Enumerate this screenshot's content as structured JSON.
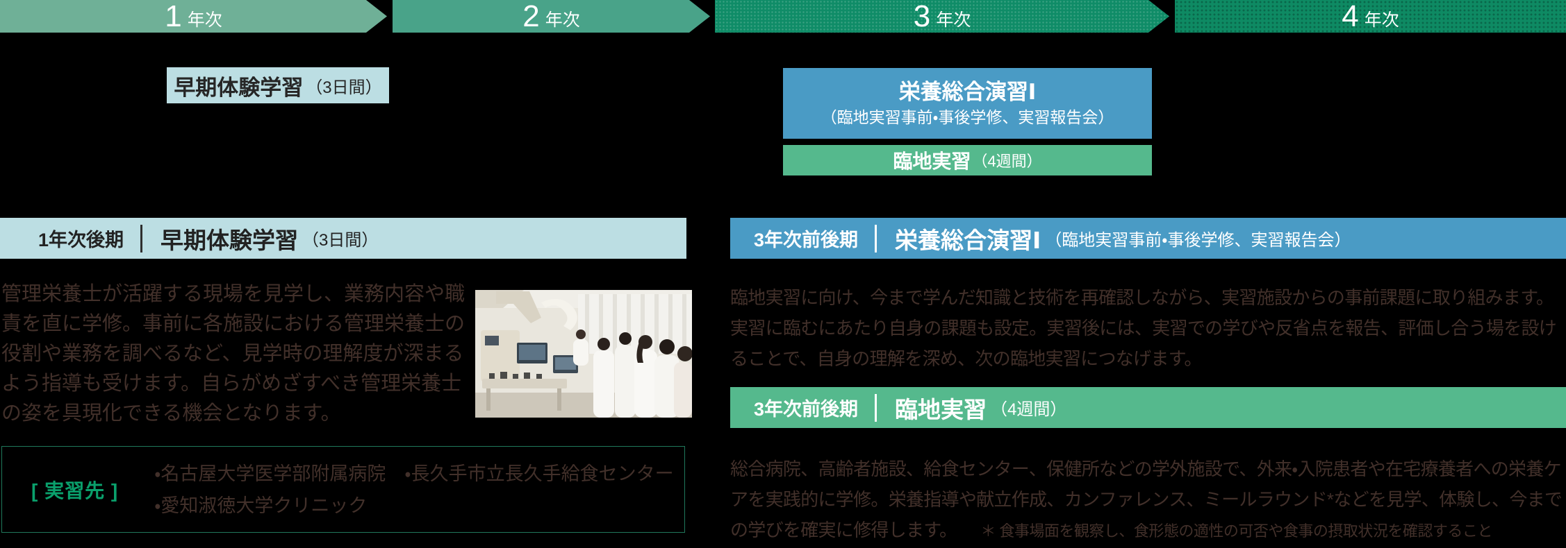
{
  "colors": {
    "background": "#000000",
    "banner_year1": "#6FB097",
    "banner_year2": "#49A389",
    "banner_year3": "#0F8C67",
    "banner_year4": "#0E8A63",
    "light_blue": "#BCDEE3",
    "blue": "#4A9BC5",
    "green": "#55B98D",
    "body_text": "#42302A",
    "sites_label_green": "#0AA06C",
    "sites_border_green": "#20795C"
  },
  "timeline": {
    "banners": [
      {
        "num": "1",
        "suffix": "年次"
      },
      {
        "num": "2",
        "suffix": "年次"
      },
      {
        "num": "3",
        "suffix": "年次"
      },
      {
        "num": "4",
        "suffix": "年次"
      }
    ]
  },
  "milestones": {
    "early_box": {
      "title": "早期体験学習",
      "note": "（3日間）"
    },
    "blue_box": {
      "title": "栄養総合演習Ⅰ",
      "subtitle": "（臨地実習事前・事後学修、実習報告会）"
    },
    "green_box": {
      "title": "臨地実習",
      "note": "（4週間）"
    }
  },
  "sections": {
    "left": {
      "term": "1年次後期",
      "title": "早期体験学習",
      "note": "（3日間）",
      "body": "管理栄養士が活躍する現場を見学し、業務内容や職責を直に学修。事前に各施設における管理栄養士の役割や業務を調べるなど、見学時の理解度が深まるよう指導も受けます。自らがめざすべき管理栄養士の姿を具現化できる機会となります。",
      "sites": {
        "label": "[ 実習先 ]",
        "line1": "・名古屋大学医学部附属病院　・長久手市立長久手給食センター",
        "line2": "・愛知淑徳大学クリニック"
      }
    },
    "right_top": {
      "term": "3年次前後期",
      "title": "栄養総合演習Ⅰ",
      "note": "（臨地実習事前・事後学修、実習報告会）",
      "body": "臨地実習に向け、今まで学んだ知識と技術を再確認しながら、実習施設からの事前課題に取り組みます。実習に臨むにあたり自身の課題も設定。実習後には、実習での学びや反省点を報告、評価し合う場を設けることで、自身の理解を深め、次の臨地実習につなげます。"
    },
    "right_bottom": {
      "term": "3年次前後期",
      "title": "臨地実習",
      "note": "（4週間）",
      "body": "総合病院、高齢者施設、給食センター、保健所などの学外施設で、外来・入院患者や在宅療養者への栄養ケアを実践的に学修。栄養指導や献立作成、カンファレンス、ミールラウンド*などを見学、体験し、今までの学びを確実に修得します。",
      "footnote": "＊ 食事場面を観察し、食形態の適性の可否や食事の摂取状況を確認すること"
    }
  }
}
